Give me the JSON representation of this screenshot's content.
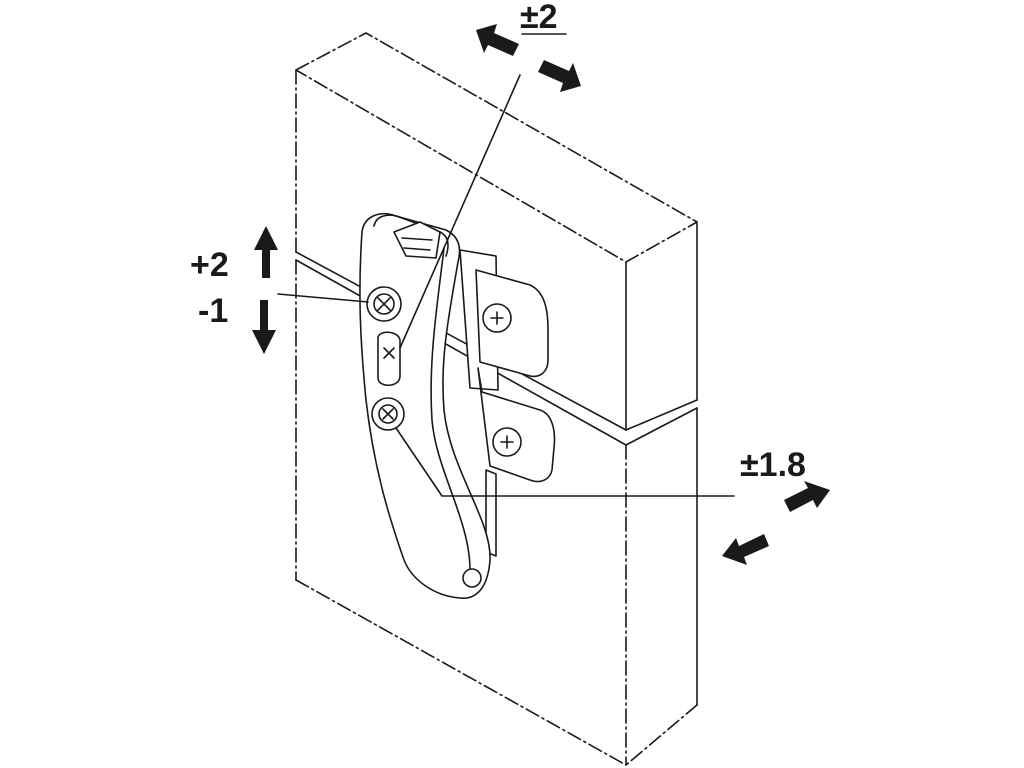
{
  "figure": {
    "labels": {
      "depth": "±2",
      "height_plus": "+2",
      "height_minus": "-1",
      "side": "±1.8"
    }
  }
}
